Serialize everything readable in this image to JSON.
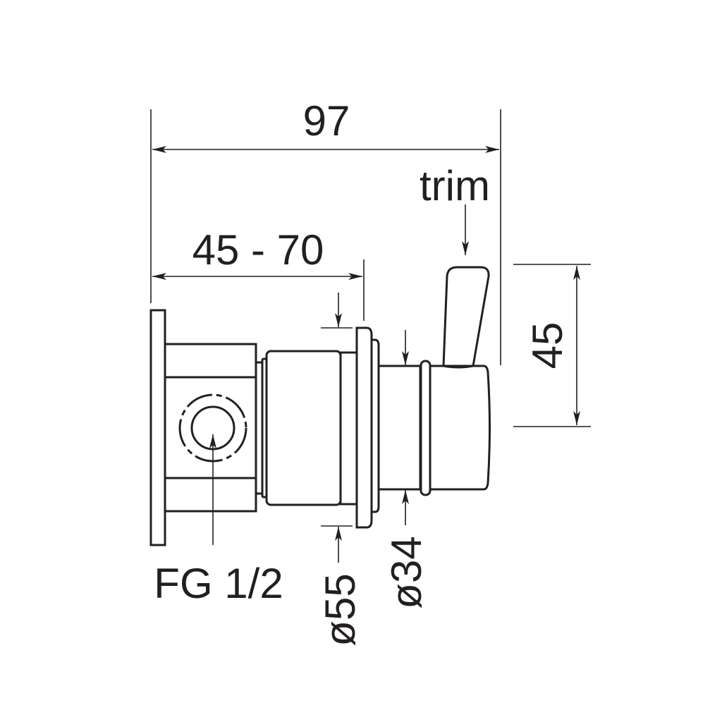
{
  "labels": {
    "overall_length": "97",
    "trim": "trim",
    "depth_range": "45 - 70",
    "height": "45",
    "connection": "FG 1/2",
    "flange_diameter": "ø55",
    "sleeve_diameter": "ø34"
  },
  "colors": {
    "line": "#231f20",
    "background": "#ffffff"
  }
}
